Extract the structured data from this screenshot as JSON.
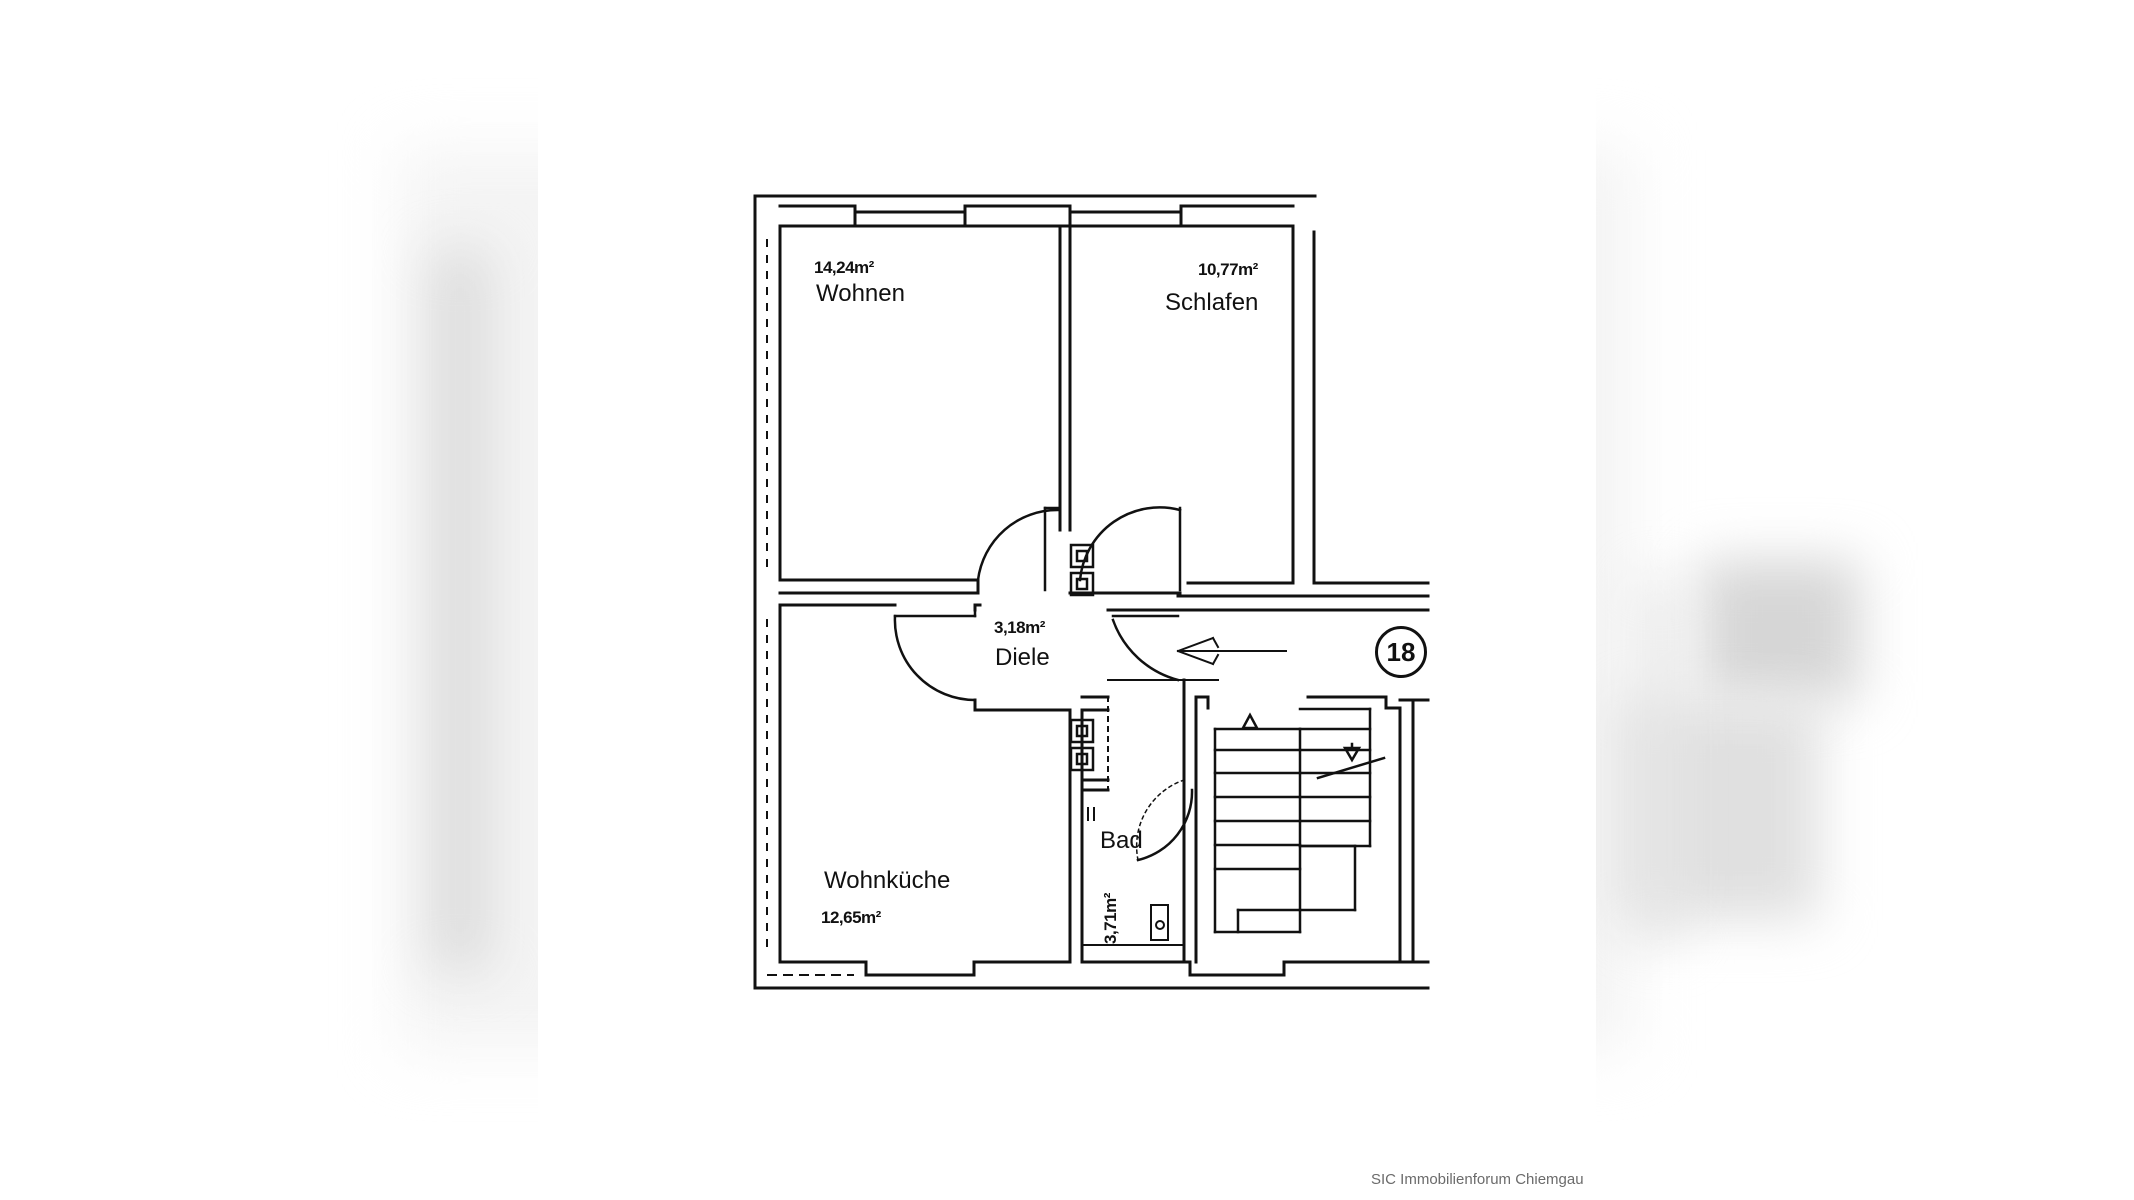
{
  "rooms": {
    "wohnen": {
      "name": "Wohnen",
      "area": "14,24m²"
    },
    "schlafen": {
      "name": "Schlafen",
      "area": "10,77m²"
    },
    "diele": {
      "name": "Diele",
      "area": "3,18m²"
    },
    "wohnkueche": {
      "name": "Wohnküche",
      "area": "12,65m²"
    },
    "bad": {
      "name": "Bad",
      "area": "3,71m²"
    }
  },
  "unit_number": "18",
  "watermark": "SIC Immobilienforum Chiemgau",
  "colors": {
    "line": "#111111",
    "background": "#ffffff"
  },
  "icons": [
    "entrance-arrow-icon",
    "chimney-icon",
    "stair-arrow-up-icon",
    "stair-arrow-down-icon",
    "toilet-icon"
  ]
}
